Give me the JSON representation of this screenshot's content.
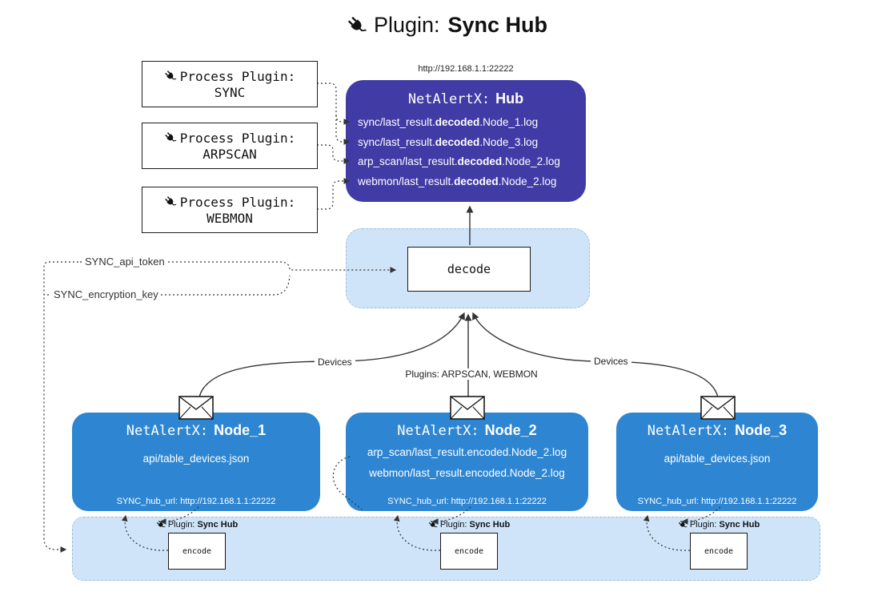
{
  "title": {
    "prefix": "Plugin:",
    "name": "Sync Hub"
  },
  "hub": {
    "url": "http://192.168.1.1:22222",
    "title_prefix": "NetAlertX:",
    "title_name": "Hub",
    "lines": [
      {
        "pre": "sync/last_result.",
        "bold": "decoded",
        "post": ".Node_1.log"
      },
      {
        "pre": "sync/last_result.",
        "bold": "decoded",
        "post": ".Node_3.log"
      },
      {
        "pre": "arp_scan/last_result.",
        "bold": "decoded",
        "post": ".Node_2.log"
      },
      {
        "pre": "webmon/last_result.",
        "bold": "decoded",
        "post": ".Node_2.log"
      }
    ]
  },
  "process_plugins": [
    {
      "label": "Process Plugin:",
      "name": "SYNC"
    },
    {
      "label": "Process Plugin:",
      "name": "ARPSCAN"
    },
    {
      "label": "Process Plugin:",
      "name": "WEBMON"
    }
  ],
  "decode": {
    "label": "decode"
  },
  "config_labels": {
    "api_token": "SYNC_api_token",
    "encryption_key": "SYNC_encryption_key"
  },
  "edge_labels": {
    "left": "Devices",
    "center": "Plugins: ARPSCAN, WEBMON",
    "right": "Devices"
  },
  "nodes": [
    {
      "title_prefix": "NetAlertX:",
      "title_name": "Node_1",
      "lines": [
        "api/table_devices.json"
      ],
      "footer": "SYNC_hub_url: http://192.168.1.1:22222"
    },
    {
      "title_prefix": "NetAlertX:",
      "title_name": "Node_2",
      "lines": [
        "arp_scan/last_result.encoded.Node_2.log",
        "webmon/last_result.encoded.Node_2.log"
      ],
      "footer": "SYNC_hub_url: http://192.168.1.1:22222"
    },
    {
      "title_prefix": "NetAlertX:",
      "title_name": "Node_3",
      "lines": [
        "api/table_devices.json"
      ],
      "footer": "SYNC_hub_url: http://192.168.1.1:22222"
    }
  ],
  "encoders": [
    {
      "prefix": "Plugin:",
      "name": "Sync Hub",
      "box": "encode"
    },
    {
      "prefix": "Plugin:",
      "name": "Sync Hub",
      "box": "encode"
    },
    {
      "prefix": "Plugin:",
      "name": "Sync Hub",
      "box": "encode"
    }
  ],
  "colors": {
    "hub_bg": "#413ba6",
    "node_bg": "#2e86d2",
    "panel_bg": "#cfe4f8",
    "line": "#333333"
  }
}
